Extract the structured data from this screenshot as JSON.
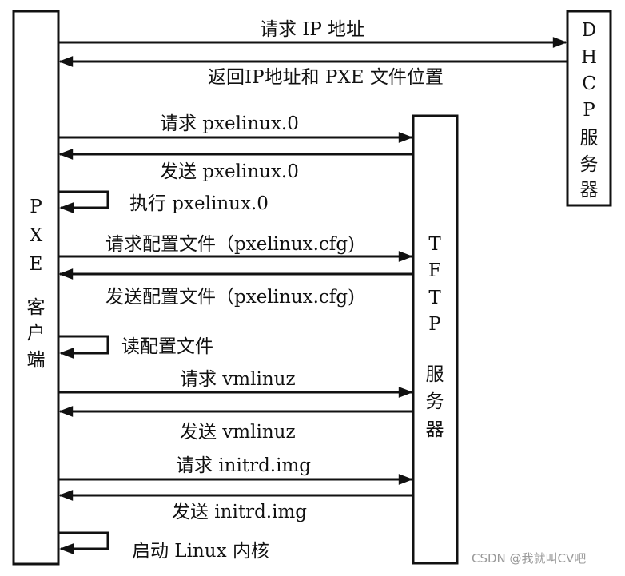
{
  "participants": {
    "client": {
      "chars": [
        "P",
        "X",
        "E",
        "客",
        "户",
        "端"
      ]
    },
    "tftp": {
      "chars": [
        "T",
        "F",
        "T",
        "P",
        "服",
        "务",
        "器"
      ]
    },
    "dhcp": {
      "chars": [
        "D",
        "H",
        "C",
        "P",
        "服",
        "务",
        "器"
      ]
    }
  },
  "messages": [
    {
      "id": "msg-1",
      "label": "请求 IP 地址",
      "from": "client",
      "to": "dhcp"
    },
    {
      "id": "msg-2",
      "label": "返回IP地址和 PXE 文件位置",
      "from": "dhcp",
      "to": "client"
    },
    {
      "id": "msg-3",
      "label": "请求 pxelinux.0",
      "from": "client",
      "to": "tftp"
    },
    {
      "id": "msg-4",
      "label": "发送 pxelinux.0",
      "from": "tftp",
      "to": "client"
    },
    {
      "id": "msg-5",
      "label": "执行 pxelinux.0",
      "from": "client",
      "to": "client"
    },
    {
      "id": "msg-6",
      "label": "请求配置文件（pxelinux.cfg)",
      "from": "client",
      "to": "tftp"
    },
    {
      "id": "msg-7",
      "label": "发送配置文件（pxelinux.cfg)",
      "from": "tftp",
      "to": "client"
    },
    {
      "id": "msg-8",
      "label": "读配置文件",
      "from": "client",
      "to": "client"
    },
    {
      "id": "msg-9",
      "label": "请求 vmlinuz",
      "from": "client",
      "to": "tftp"
    },
    {
      "id": "msg-10",
      "label": "发送 vmlinuz",
      "from": "tftp",
      "to": "client"
    },
    {
      "id": "msg-11",
      "label": "请求 initrd.img",
      "from": "client",
      "to": "tftp"
    },
    {
      "id": "msg-12",
      "label": "发送 initrd.img",
      "from": "tftp",
      "to": "client"
    },
    {
      "id": "msg-13",
      "label": "启动 Linux 内核",
      "from": "client",
      "to": "client"
    }
  ],
  "watermark": "CSDN @我就叫CV吧"
}
